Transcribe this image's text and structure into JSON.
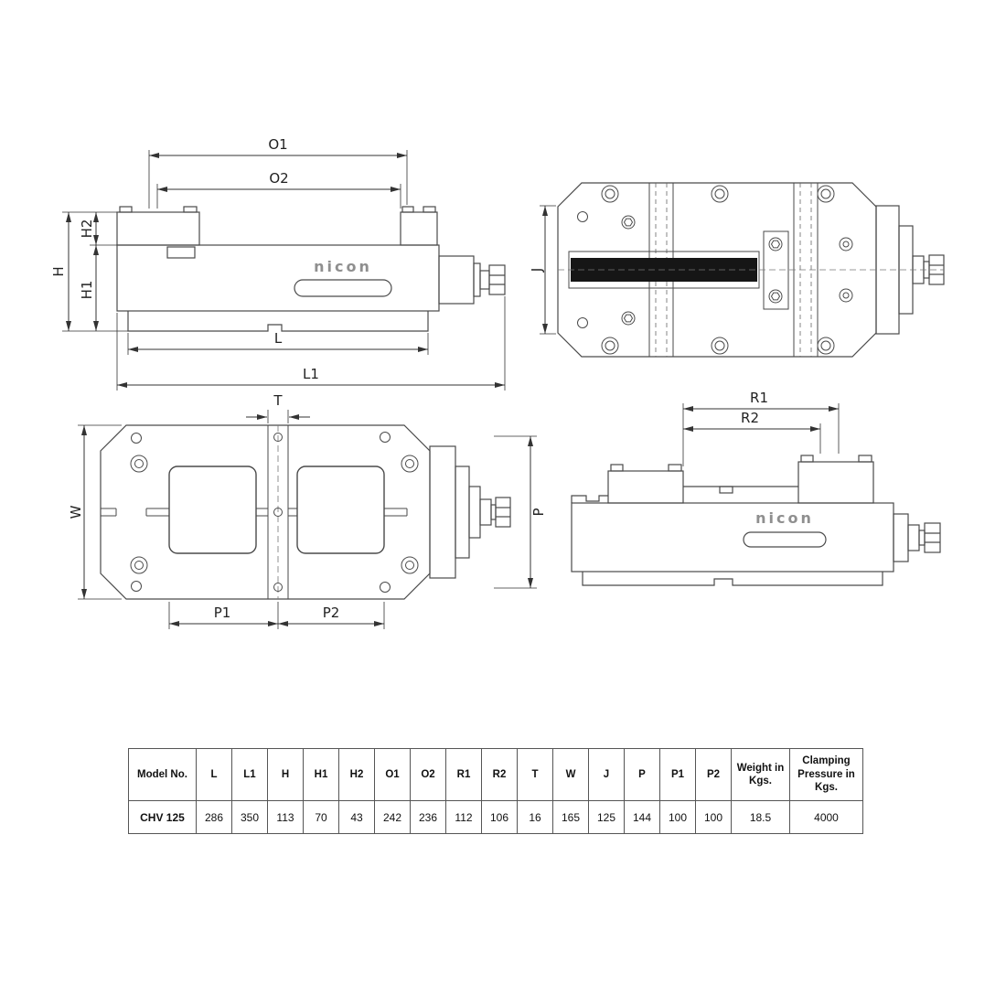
{
  "brand": "nicon",
  "colors": {
    "line": "#4a4a4a",
    "jaw_gap_fill": "#161616"
  },
  "dims": {
    "o1": "O1",
    "o2": "O2",
    "h": "H",
    "h1": "H1",
    "h2": "H2",
    "l": "L",
    "l1": "L1",
    "j": "J",
    "t": "T",
    "w": "W",
    "p": "P",
    "p1": "P1",
    "p2": "P2",
    "r1": "R1",
    "r2": "R2"
  },
  "table": {
    "headers": [
      "Model No.",
      "L",
      "L1",
      "H",
      "H1",
      "H2",
      "O1",
      "O2",
      "R1",
      "R2",
      "T",
      "W",
      "J",
      "P",
      "P1",
      "P2",
      "Weight in Kgs.",
      "Clamping Pressure in Kgs."
    ],
    "row": [
      "CHV 125",
      "286",
      "350",
      "113",
      "70",
      "43",
      "242",
      "236",
      "112",
      "106",
      "16",
      "165",
      "125",
      "144",
      "100",
      "100",
      "18.5",
      "4000"
    ]
  }
}
